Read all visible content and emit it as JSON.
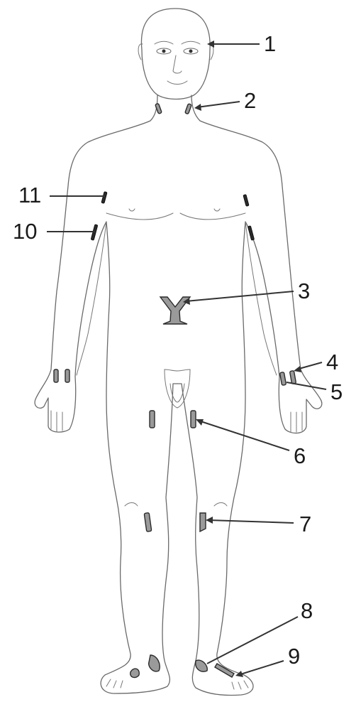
{
  "figure": {
    "labels": [
      {
        "id": "label-1",
        "text": "1"
      },
      {
        "id": "label-2",
        "text": "2"
      },
      {
        "id": "label-3",
        "text": "3"
      },
      {
        "id": "label-4",
        "text": "4"
      },
      {
        "id": "label-5",
        "text": "5"
      },
      {
        "id": "label-6",
        "text": "6"
      },
      {
        "id": "label-7",
        "text": "7"
      },
      {
        "id": "label-8",
        "text": "8"
      },
      {
        "id": "label-9",
        "text": "9"
      },
      {
        "id": "label-10",
        "text": "10"
      },
      {
        "id": "label-11",
        "text": "11"
      }
    ],
    "colors": {
      "outline": "#6a6a6a",
      "marker_fill": "#9a9a9a",
      "marker_stroke": "#2b2b2b",
      "leader": "#333333",
      "background": "#ffffff"
    }
  }
}
